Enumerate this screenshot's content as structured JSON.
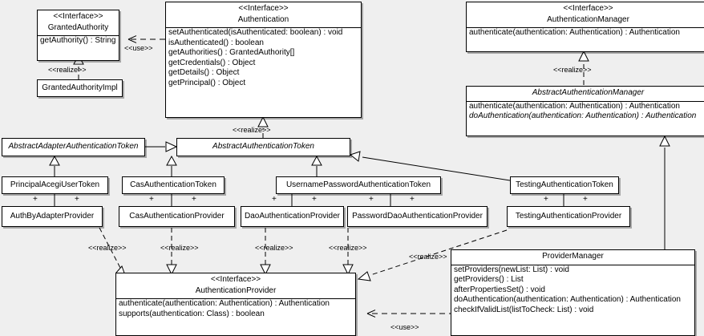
{
  "diagram": {
    "type": "uml-class-diagram",
    "background": "#efefef",
    "stroke": "#000000",
    "fill": "#ffffff"
  },
  "stereotypes": {
    "interface": "<<Interface>>",
    "realize": "<<realize>>",
    "use": "<<use>>"
  },
  "classes": {
    "granted_authority": {
      "stereotype": "<<Interface>>",
      "name": "GrantedAuthority",
      "methods": [
        "getAuthority() : String"
      ]
    },
    "granted_authority_impl": {
      "name": "GrantedAuthorityImpl"
    },
    "authentication": {
      "stereotype": "<<Interface>>",
      "name": "Authentication",
      "methods": [
        "setAuthenticated(isAuthenticated: boolean) : void",
        "isAuthenticated() : boolean",
        "getAuthorities() : GrantedAuthority[]",
        "getCredentials() : Object",
        "getDetails() : Object",
        "getPrincipal() : Object"
      ]
    },
    "authentication_manager": {
      "stereotype": "<<Interface>>",
      "name": "AuthenticationManager",
      "methods": [
        "authenticate(authentication: Authentication) : Authentication"
      ]
    },
    "abstract_authentication_manager": {
      "name": "AbstractAuthenticationManager",
      "methods": [
        "authenticate(authentication: Authentication) : Authentication",
        "doAuthentication(authentication: Authentication) : Authentication"
      ]
    },
    "abstract_adapter_authentication_token": {
      "name": "AbstractAdapterAuthenticationToken"
    },
    "abstract_authentication_token": {
      "name": "AbstractAuthenticationToken"
    },
    "principal_acegi_user_token": {
      "name": "PrincipalAcegiUserToken"
    },
    "cas_authentication_token": {
      "name": "CasAuthenticationToken"
    },
    "username_password_authentication_token": {
      "name": "UsernamePasswordAuthenticationToken"
    },
    "testing_authentication_token": {
      "name": "TestingAuthenticationToken"
    },
    "auth_by_adapter_provider": {
      "name": "AuthByAdapterProvider"
    },
    "cas_authentication_provider": {
      "name": "CasAuthenticationProvider"
    },
    "dao_authentication_provider": {
      "name": "DaoAuthenticationProvider"
    },
    "password_dao_authentication_provider": {
      "name": "PasswordDaoAuthenticationProvider"
    },
    "testing_authentication_provider": {
      "name": "TestingAuthenticationProvider"
    },
    "authentication_provider": {
      "stereotype": "<<Interface>>",
      "name": "AuthenticationProvider",
      "methods": [
        "authenticate(authentication: Authentication) : Authentication",
        "supports(authentication: Class) : boolean"
      ]
    },
    "provider_manager": {
      "name": "ProviderManager",
      "methods": [
        "setProviders(newList: List) : void",
        "getProviders() : List",
        "afterPropertiesSet() : void",
        "doAuthentication(authentication: Authentication) : Authentication",
        "checkIfValidList(listToCheck: List) : void"
      ]
    }
  },
  "relationship_labels": {
    "use_authentication_to_granted_authority": "<<use>>",
    "realize_granted_authority_impl": "<<realize>>",
    "realize_abstract_authentication_token": "<<realize>>",
    "realize_abstract_authentication_manager": "<<realize>>",
    "realize_auth_by_adapter_provider": "<<realize>>",
    "realize_cas_authentication_provider": "<<realize>>",
    "realize_dao_authentication_provider": "<<realize>>",
    "realize_password_dao_authentication_provider": "<<realize>>",
    "realize_testing_authentication_provider": "<<realize>>",
    "use_provider_manager_to_authentication_provider": "<<use>>"
  },
  "association_markers": {
    "plus": "+"
  }
}
